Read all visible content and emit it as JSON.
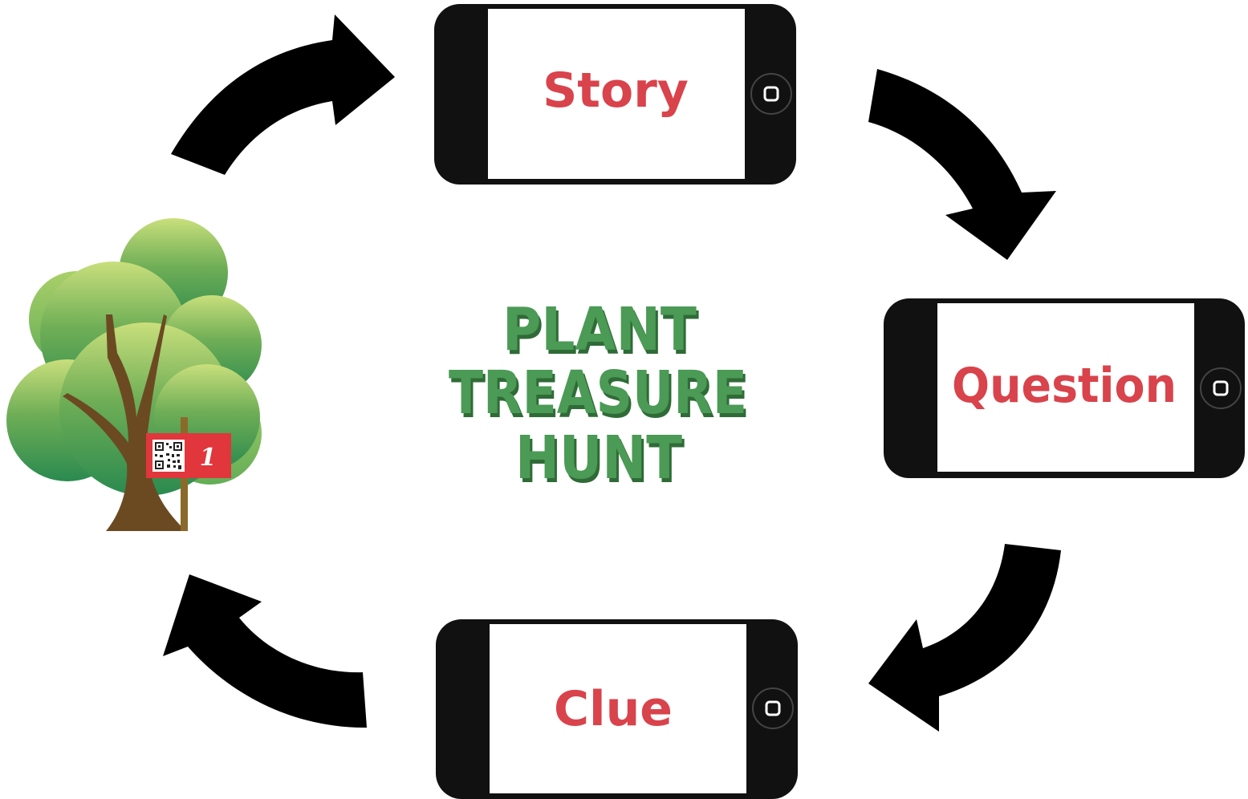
{
  "title": {
    "lines": [
      "PLANT",
      "TREASURE",
      "HUNT"
    ],
    "fill_color": "#4b9a55",
    "shadow_color": "#2f6b37"
  },
  "steps": [
    {
      "id": "story",
      "label": "Story"
    },
    {
      "id": "question",
      "label": "Question"
    },
    {
      "id": "clue",
      "label": "Clue"
    }
  ],
  "tree": {
    "sign_number": "1",
    "sign_color": "#e0363c",
    "icon": "qr-code-icon"
  },
  "colors": {
    "phone_body": "#111111",
    "phone_screen": "#ffffff",
    "label": "#d9434b",
    "arrow": "#000000",
    "foliage_light": "#c6dc7a",
    "foliage_dark": "#2e8b4e",
    "trunk": "#6b4a22"
  }
}
